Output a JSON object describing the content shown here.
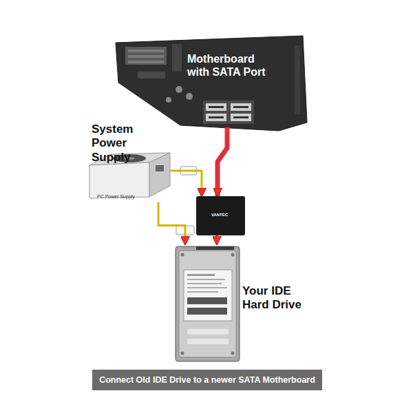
{
  "diagram": {
    "caption": "Connect Old IDE Drive to a newer SATA Motherboard",
    "nodes": [
      {
        "text": [
          "Motherboard with SATA Port"
        ]
      },
      {
        "text": [
          "System Power Supply",
          "PC Power Supply"
        ]
      },
      {
        "text": [
          "VANTEC"
        ]
      },
      {
        "text": [
          "Your IDE Hard Drive"
        ]
      }
    ],
    "edges": [
      {
        "from": 0,
        "to": 2,
        "arrow": "to"
      },
      {
        "from": 1,
        "to": 2,
        "arrow": "to"
      },
      {
        "from": 1,
        "to": 3,
        "arrow": "to"
      },
      {
        "from": 2,
        "to": 3,
        "arrow": "to"
      }
    ]
  }
}
